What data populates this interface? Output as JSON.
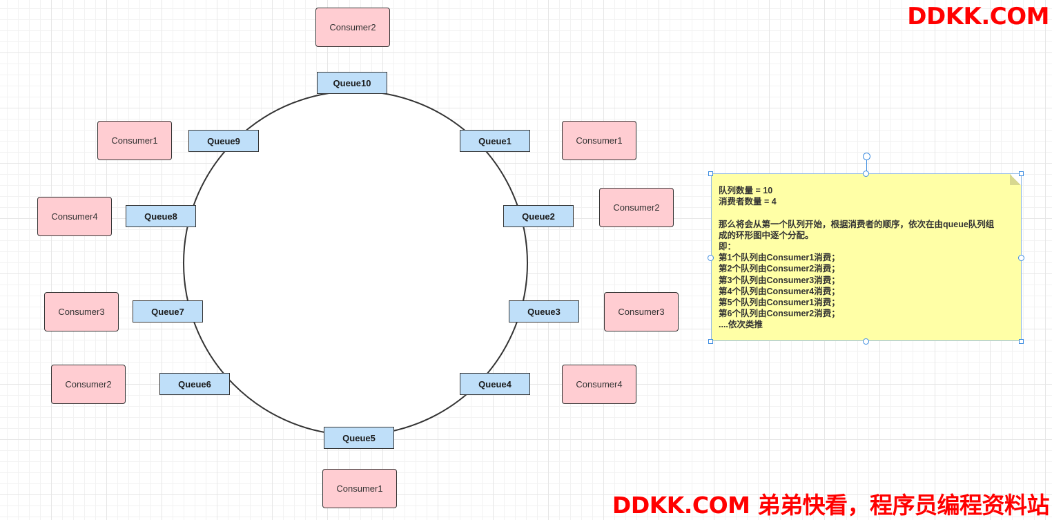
{
  "colors": {
    "queue_fill": "#bfdff9",
    "consumer_fill": "#ffcdd2",
    "note_fill": "#ffffa6",
    "watermark": "#ff0000",
    "ring_stroke": "#333333"
  },
  "queues": [
    "Queue10",
    "Queue1",
    "Queue2",
    "Queue3",
    "Queue4",
    "Queue5",
    "Queue6",
    "Queue7",
    "Queue8",
    "Queue9"
  ],
  "consumers": [
    "Consumer2",
    "Consumer1",
    "Consumer2",
    "Consumer3",
    "Consumer4",
    "Consumer1",
    "Consumer2",
    "Consumer3",
    "Consumer4",
    "Consumer1"
  ],
  "note": {
    "lines": [
      "队列数量 = 10",
      "消费者数量 = 4",
      "",
      "那么将会从第一个队列开始，根据消费者的顺序，依次在由queue队列组",
      "成的环形图中逐个分配。",
      "即：",
      "第1个队列由Consumer1消费；",
      "第2个队列由Consumer2消费；",
      "第3个队列由Consumer3消费；",
      "第4个队列由Consumer4消费；",
      "第5个队列由Consumer1消费；",
      "第6个队列由Consumer2消费；",
      "....依次类推"
    ]
  },
  "watermark": {
    "top": "DDKK.COM",
    "bottom": "DDKK.COM 弟弟快看，程序员编程资料站"
  }
}
